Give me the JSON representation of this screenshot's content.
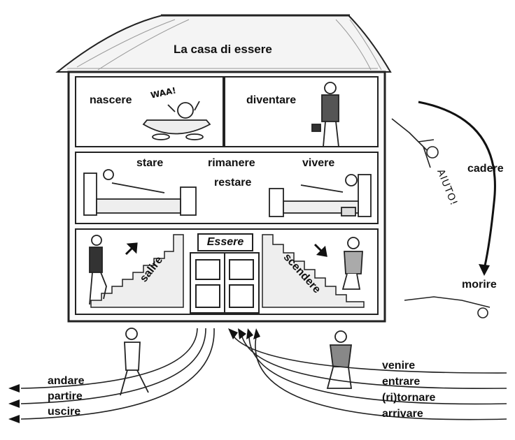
{
  "title": "La casa di essere",
  "rooms": {
    "top_left": "nascere",
    "top_right": "diventare",
    "middle": [
      "stare",
      "rimanere",
      "restare",
      "vivere"
    ]
  },
  "stairs": {
    "up": "salire",
    "down": "scendere",
    "door_sign": "Essere"
  },
  "fall": {
    "falling": "cadere",
    "dead": "morire",
    "shout": "AIUTO!"
  },
  "baby_cry": "WAA!",
  "going_out": [
    "andare",
    "partire",
    "uscire"
  ],
  "coming_in": [
    "venire",
    "entrare",
    "(ri)tornare",
    "arrivare"
  ]
}
